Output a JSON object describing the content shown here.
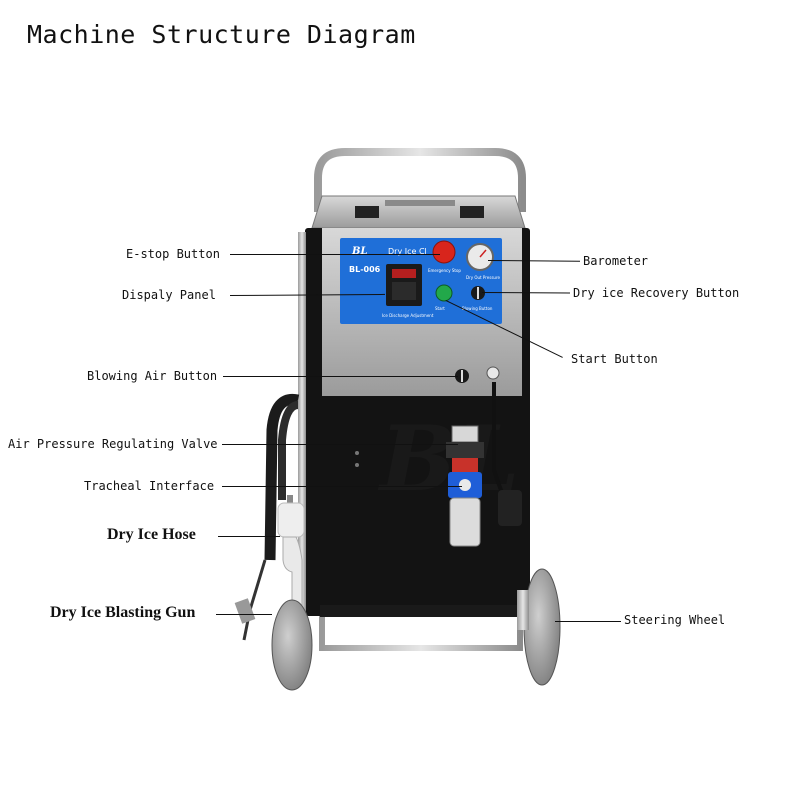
{
  "title": "Machine Structure Diagram",
  "labels": {
    "estop": "E-stop Button",
    "display": "Dispaly Panel",
    "blowing": "Blowing Air Button",
    "valve": "Air Pressure Regulating Valve",
    "tracheal": "Tracheal Interface",
    "hose": "Dry Ice Hose",
    "gun": "Dry Ice Blasting Gun",
    "barometer": "Barometer",
    "recovery": "Dry ice Recovery Button",
    "start": "Start Button",
    "wheel": "Steering Wheel"
  },
  "panel": {
    "brand": "BL",
    "product": "Dry Ice Cl",
    "model": "BL-006",
    "emergency": "Emergency Stop",
    "recovery_small": "Dry Out Pressure",
    "start_small": "Start",
    "blowing_small": "Blowing Button",
    "adjust_small": "Ice Discharge Adjustment"
  },
  "colors": {
    "panel_blue": "#1f6fd8",
    "body_black": "#121212",
    "steel": "#c9c9c9",
    "estop_red": "#d8251c",
    "start_green": "#22a84a"
  }
}
